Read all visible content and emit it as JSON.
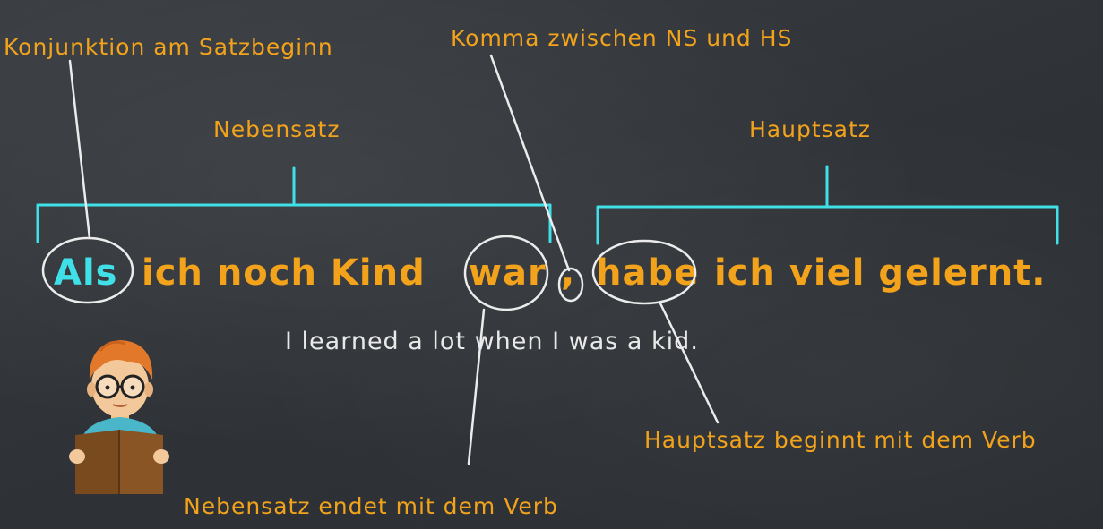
{
  "annotations": {
    "conjunction": "Konjunktion am Satzbeginn",
    "comma": "Komma zwischen NS und HS",
    "nebensatz_end": "Nebensatz endet mit dem Verb",
    "hauptsatz_begin": "Hauptsatz beginnt mit dem Verb"
  },
  "brackets": {
    "nebensatz": "Nebensatz",
    "hauptsatz": "Hauptsatz"
  },
  "sentence": {
    "conjunction": "Als",
    "nebensatz_middle": "ich noch Kind",
    "nebensatz_verb": "war",
    "comma": ",",
    "hauptsatz_verb": "habe",
    "hauptsatz_rest": "ich viel gelernt."
  },
  "translation": "I learned a lot when I was a kid.",
  "colors": {
    "board": "#2f3337",
    "accent": "#f2a31b",
    "bracket": "#3fe0e8",
    "chalk": "#e9e9e9"
  },
  "icons": {
    "reader": "reading-student-icon"
  }
}
